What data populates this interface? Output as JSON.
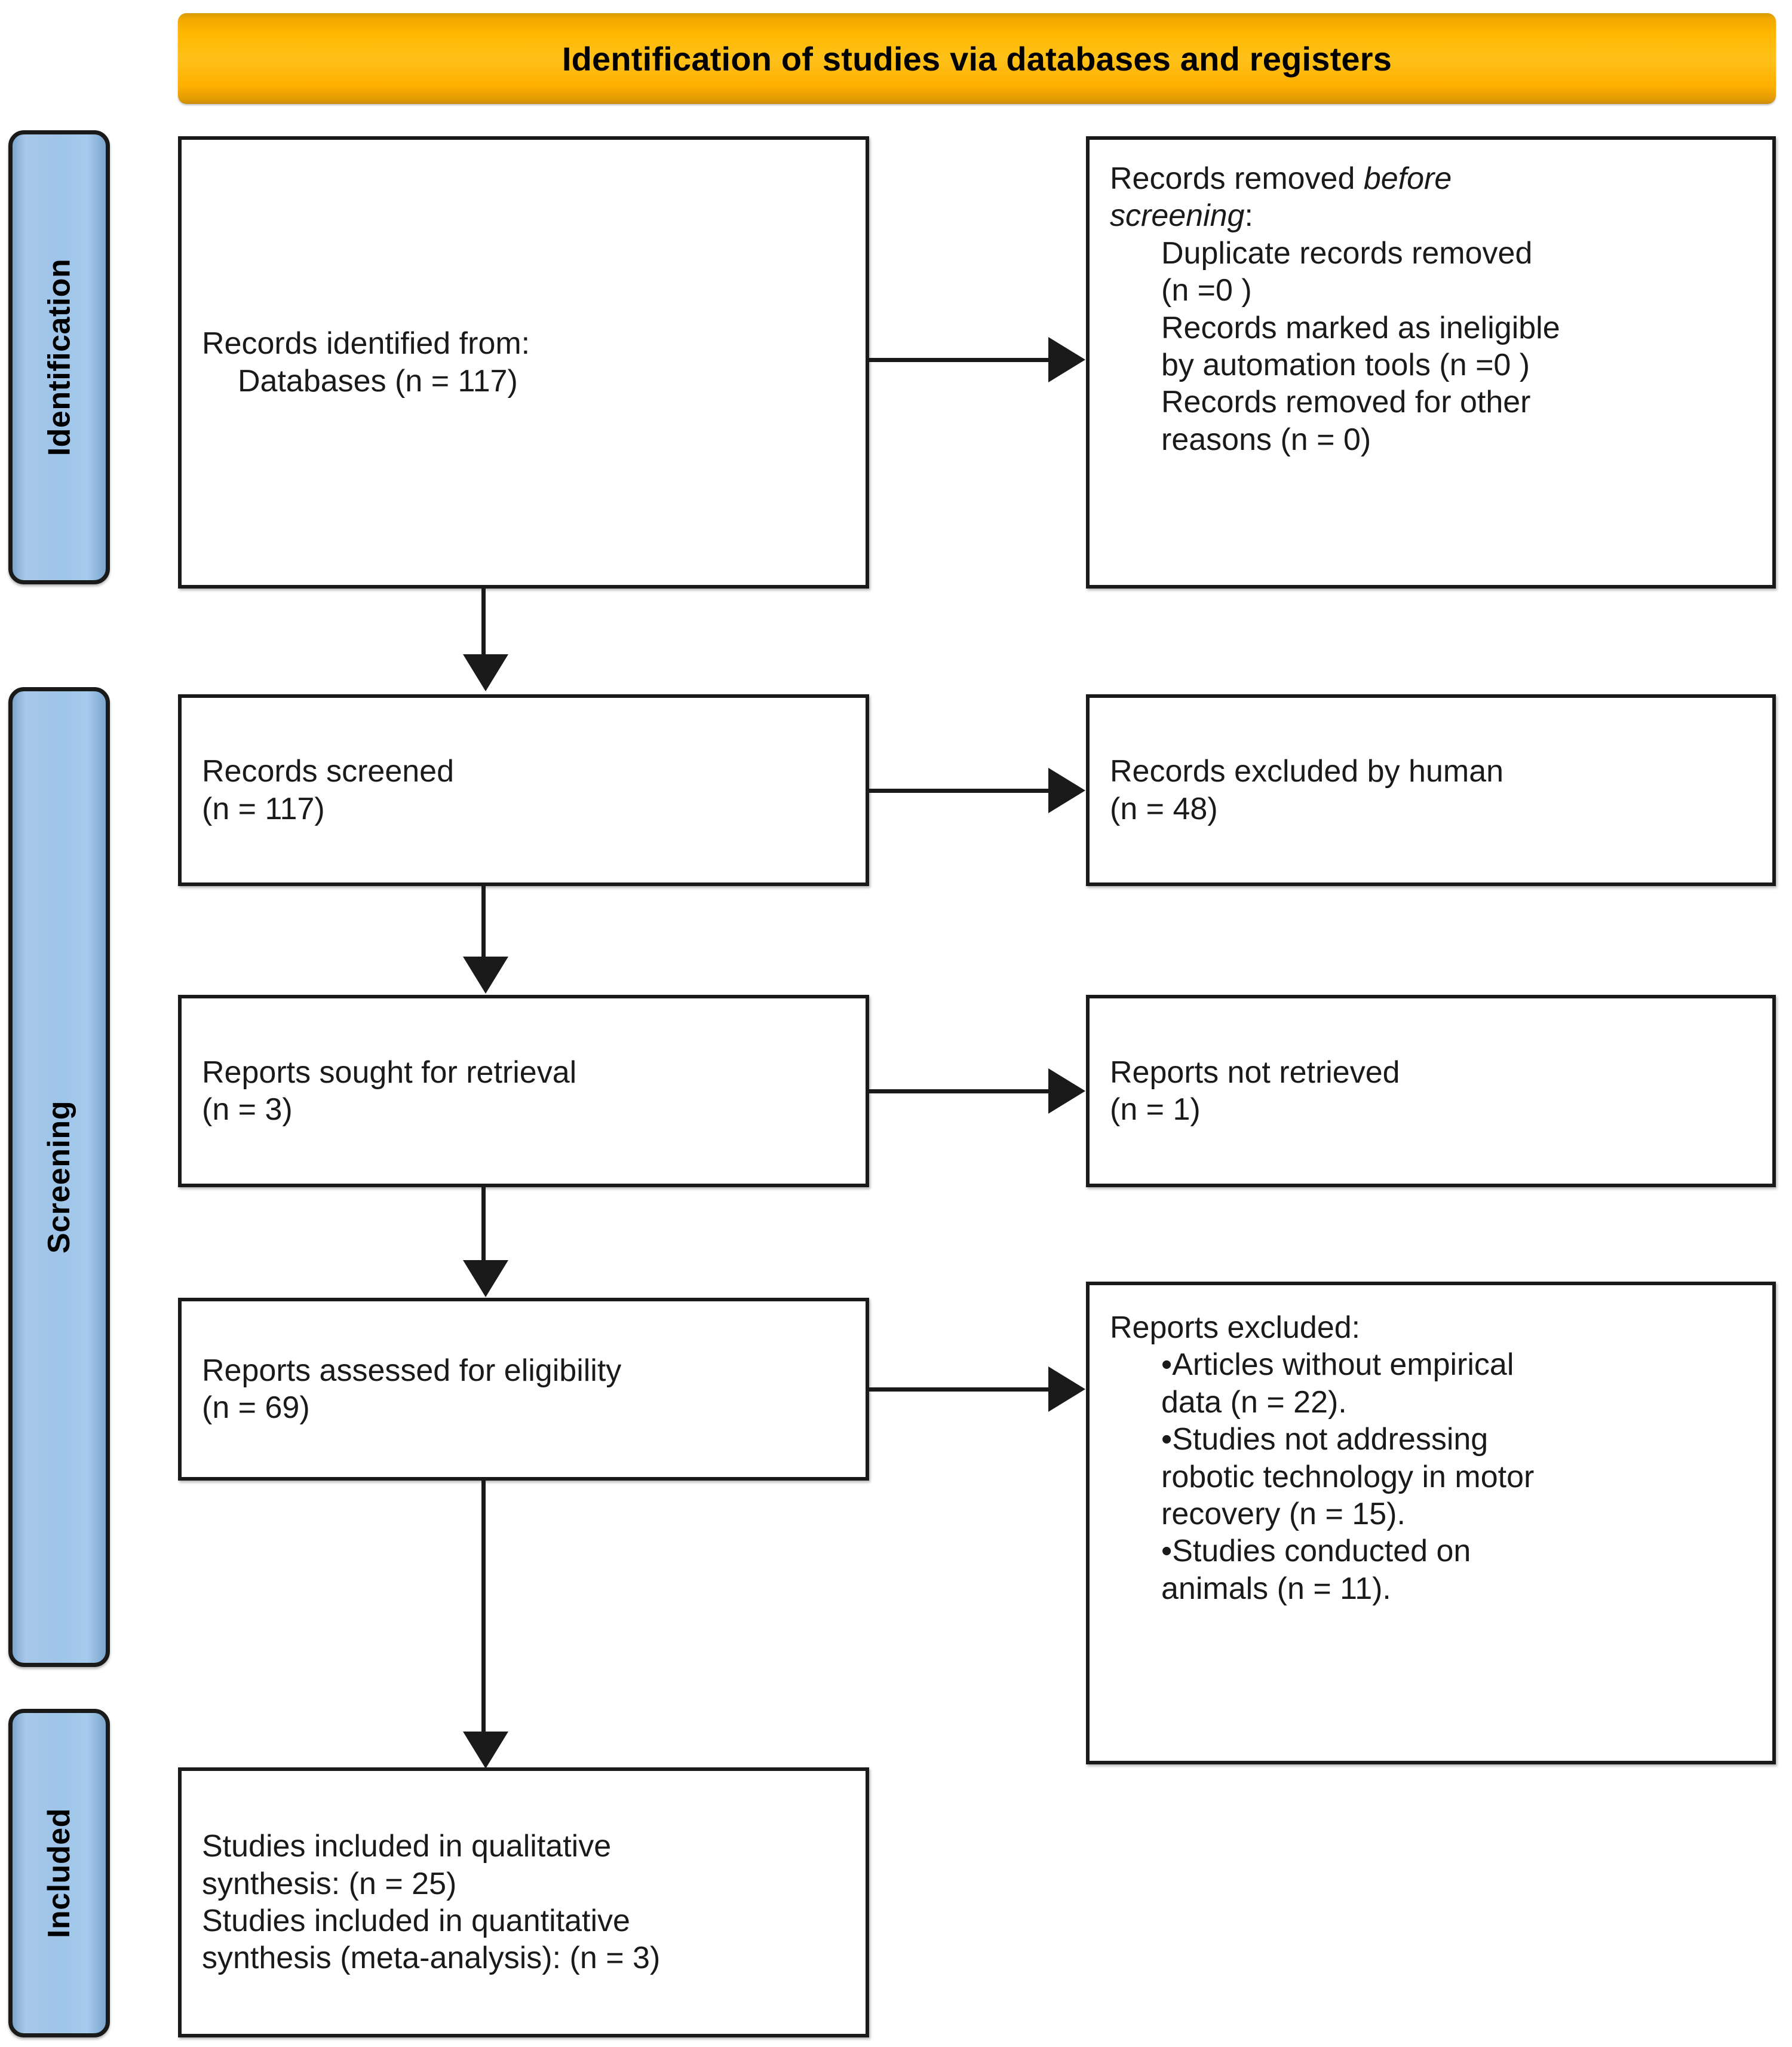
{
  "banner": {
    "title": "Identification of studies via databases and registers"
  },
  "phases": [
    {
      "id": "identification",
      "label": "Identification"
    },
    {
      "id": "screening",
      "label": "Screening"
    },
    {
      "id": "included",
      "label": "Included"
    }
  ],
  "nodes": {
    "identified": {
      "line1": "Records identified from:",
      "line2": "Databases (n = 117)"
    },
    "removed": {
      "line1_prefix": "Records removed ",
      "line1_italic": "before",
      "line2_italic": "screening",
      "line2_suffix": ":",
      "item1a": "Duplicate records removed",
      "item1b": "(n =0 )",
      "item2a": "Records marked as ineligible",
      "item2b": "by automation tools (n =0 )",
      "item3a": "Records removed for other",
      "item3b": "reasons (n = 0)"
    },
    "screened": {
      "line1": "Records screened",
      "line2": "(n = 117)"
    },
    "excluded": {
      "line1": "Records excluded by human",
      "line2": "(n = 48)"
    },
    "sought": {
      "line1": "Reports sought for retrieval",
      "line2": "(n = 3)"
    },
    "not_retrieved": {
      "line1": "Reports not retrieved",
      "line2": "(n = 1)"
    },
    "assessed": {
      "line1": "Reports assessed for eligibility",
      "line2": "(n = 69)"
    },
    "reports_excluded": {
      "heading": "Reports excluded:",
      "item1a": "•Articles without empirical",
      "item1b": "data (n = 22).",
      "item2a": "•Studies not addressing",
      "item2b": "robotic technology in motor",
      "item2c": "recovery (n = 15).",
      "item3a": "•Studies conducted on",
      "item3b": "animals (n = 11)."
    },
    "included": {
      "line1": "Studies included in qualitative",
      "line2": "synthesis: (n = 25)",
      "line3": "Studies included in quantitative",
      "line4": "synthesis (meta-analysis): (n = 3)"
    }
  },
  "chart_data": {
    "type": "table",
    "title": "Identification of studies via databases and registers",
    "flow": [
      {
        "stage": "Identification",
        "node": "Records identified from: Databases",
        "n": 117
      },
      {
        "stage": "Identification",
        "node": "Duplicate records removed",
        "n": 0
      },
      {
        "stage": "Identification",
        "node": "Records marked as ineligible by automation tools",
        "n": 0
      },
      {
        "stage": "Identification",
        "node": "Records removed for other reasons",
        "n": 0
      },
      {
        "stage": "Screening",
        "node": "Records screened",
        "n": 117
      },
      {
        "stage": "Screening",
        "node": "Records excluded by human",
        "n": 48
      },
      {
        "stage": "Screening",
        "node": "Reports sought for retrieval",
        "n": 3
      },
      {
        "stage": "Screening",
        "node": "Reports not retrieved",
        "n": 1
      },
      {
        "stage": "Screening",
        "node": "Reports assessed for eligibility",
        "n": 69
      },
      {
        "stage": "Screening",
        "node": "Reports excluded: Articles without empirical data",
        "n": 22
      },
      {
        "stage": "Screening",
        "node": "Reports excluded: Studies not addressing robotic technology in motor recovery",
        "n": 15
      },
      {
        "stage": "Screening",
        "node": "Reports excluded: Studies conducted on animals",
        "n": 11
      },
      {
        "stage": "Included",
        "node": "Studies included in qualitative synthesis",
        "n": 25
      },
      {
        "stage": "Included",
        "node": "Studies included in quantitative synthesis (meta-analysis)",
        "n": 3
      }
    ]
  },
  "colors": {
    "banner": "#FFC000",
    "phase_pill": "#9DC3E6",
    "border": "#1A1A1A",
    "background": "#FFFFFF"
  }
}
